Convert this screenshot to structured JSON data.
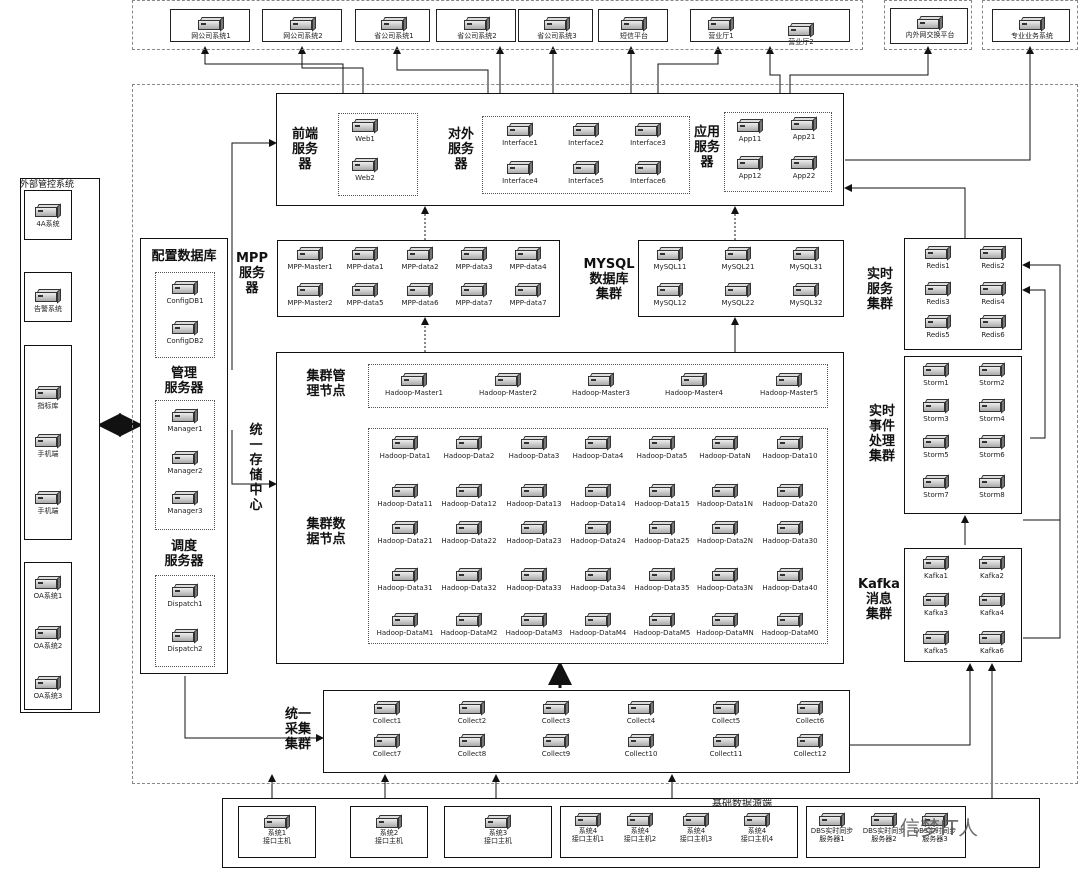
{
  "labels": {
    "ext_ctrl": "外部管控系统",
    "front": "前端\n服务\n器",
    "external": "对外\n服务\n器",
    "app": "应用\n服务\n器",
    "mpp": "MPP\n服务\n器",
    "mysql": "MYSQL\n数据库\n集群",
    "realtime": "实时\n服务\n集群",
    "config_db": "配置数据库",
    "mgmt": "管理\n服务器",
    "dispatch": "调度\n服务器",
    "storage": "统\n一\n存\n储\n中\n心",
    "cluster_mgmt": "集群管\n理节点",
    "cluster_data": "集群数\n据节点",
    "event": "实时\n事件\n处理\n集群",
    "kafka": "Kafka\n消息\n集群",
    "collect": "统一\n采集\n集群",
    "base_src": "基础数据源端",
    "watermark": "信梦IT人"
  },
  "top_systems": [
    {
      "items": [
        "网公司系统1"
      ]
    },
    {
      "items": [
        "网公司系统2"
      ]
    },
    {
      "items": [
        "省公司系统1"
      ]
    },
    {
      "items": [
        "省公司系统2"
      ]
    },
    {
      "items": [
        "省公司系统3"
      ]
    },
    {
      "items": [
        "短信平台"
      ]
    },
    {
      "items": [
        "营业厅1",
        "营业厅2"
      ]
    },
    {
      "items": [
        "内外网交换平台"
      ]
    },
    {
      "items": [
        "专业业务系统"
      ]
    }
  ],
  "external_systems": [
    "4A系统",
    "告警系统",
    "指标库",
    "手机端",
    "手机端",
    "OA系统1",
    "OA系统2",
    "OA系统3"
  ],
  "web": [
    "Web1",
    "Web2"
  ],
  "interface": [
    "Interface1",
    "Interface2",
    "Interface3",
    "Interface4",
    "Interface5",
    "Interface6"
  ],
  "app_servers": [
    "App11",
    "App21",
    "App12",
    "App22"
  ],
  "mpp_nodes": [
    "MPP-Master1",
    "MPP-data1",
    "MPP-data2",
    "MPP-data3",
    "MPP-data4",
    "MPP-Master2",
    "MPP-data5",
    "MPP-data6",
    "MPP-data7",
    "MPP-data7"
  ],
  "mysql_nodes": [
    "MySQL11",
    "MySQL21",
    "MySQL31",
    "MySQL12",
    "MySQL22",
    "MySQL32"
  ],
  "redis_nodes": [
    "Redis1",
    "Redis2",
    "Redis3",
    "Redis4",
    "Redis5",
    "Redis6"
  ],
  "config_dbs": [
    "ConfigDB1",
    "ConfigDB2"
  ],
  "managers": [
    "Manager1",
    "Manager2",
    "Manager3"
  ],
  "dispatchers": [
    "Dispatch1",
    "Dispatch2"
  ],
  "hadoop_masters": [
    "Hadoop-Master1",
    "Hadoop-Master2",
    "Hadoop-Master3",
    "Hadoop-Master4",
    "Hadoop-Master5"
  ],
  "hadoop_data": [
    [
      "Hadoop-Data1",
      "Hadoop-Data2",
      "Hadoop-Data3",
      "Hadoop-Data4",
      "Hadoop-Data5",
      "Hadoop-DataN",
      "Hadoop-Data10"
    ],
    [
      "Hadoop-Data11",
      "Hadoop-Data12",
      "Hadoop-Data13",
      "Hadoop-Data14",
      "Hadoop-Data15",
      "Hadoop-Data1N",
      "Hadoop-Data20"
    ],
    [
      "Hadoop-Data21",
      "Hadoop-Data22",
      "Hadoop-Data23",
      "Hadoop-Data24",
      "Hadoop-Data25",
      "Hadoop-Data2N",
      "Hadoop-Data30"
    ],
    [
      "Hadoop-Data31",
      "Hadoop-Data32",
      "Hadoop-Data33",
      "Hadoop-Data34",
      "Hadoop-Data35",
      "Hadoop-Data3N",
      "Hadoop-Data40"
    ],
    [
      "Hadoop-DataM1",
      "Hadoop-DataM2",
      "Hadoop-DataM3",
      "Hadoop-DataM4",
      "Hadoop-DataM5",
      "Hadoop-DataMN",
      "Hadoop-DataM0"
    ]
  ],
  "storm_nodes": [
    "Storm1",
    "Storm2",
    "Storm3",
    "Storm4",
    "Storm5",
    "Storm6",
    "Storm7",
    "Storm8"
  ],
  "kafka_nodes": [
    "Kafka1",
    "Kafka2",
    "Kafka3",
    "Kafka4",
    "Kafka5",
    "Kafka6"
  ],
  "collect_nodes": [
    "Collect1",
    "Collect2",
    "Collect3",
    "Collect4",
    "Collect5",
    "Collect6",
    "Collect7",
    "Collect8",
    "Collect9",
    "Collect10",
    "Collect11",
    "Collect12"
  ],
  "source_hosts": [
    [
      "系统1",
      "接口主机"
    ],
    [
      "系统2",
      "接口主机"
    ],
    [
      "系统3",
      "接口主机"
    ],
    [
      "系统4",
      "接口主机1"
    ],
    [
      "系统4",
      "接口主机2"
    ],
    [
      "系统4",
      "接口主机3"
    ],
    [
      "系统4",
      "接口主机4"
    ],
    [
      "DBS实时同步",
      "服务器1"
    ],
    [
      "DBS实时同步",
      "服务器2"
    ],
    [
      "DBS实时同步",
      "服务器3"
    ]
  ]
}
